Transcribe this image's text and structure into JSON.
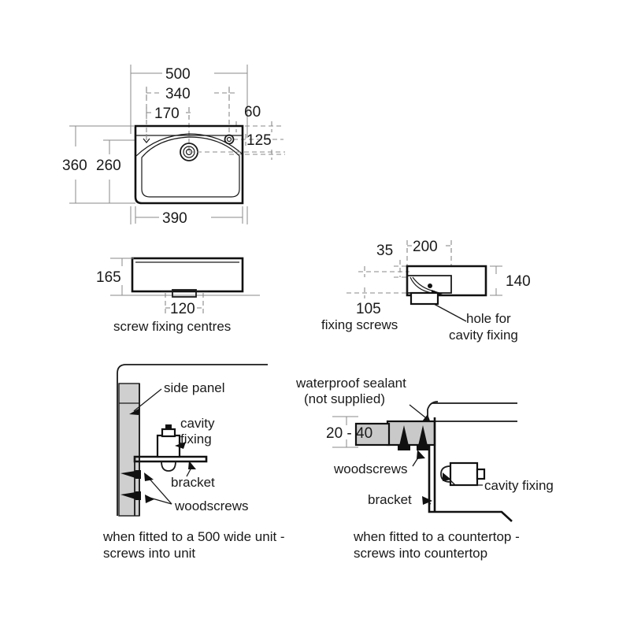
{
  "drawing": {
    "title": "washbasin-installation-drawing",
    "units": "mm",
    "colors": {
      "line": "#1a1a1a",
      "construction": "#8a8a8a",
      "panel_fill": "#c9c9c9",
      "background": "#ffffff"
    }
  },
  "plan_view": {
    "name": "basin-plan-view",
    "dimensions": {
      "overall_width": "500",
      "tap_hole_span": "340",
      "tap_hole_offset": "170",
      "right_edge_offset": "60",
      "right_hole_depth": "125",
      "overall_depth": "360",
      "inner_depth": "260",
      "bowl_width": "390"
    }
  },
  "front_view": {
    "name": "basin-front-view",
    "height": "165",
    "screw_centres": "120",
    "caption": "screw fixing centres"
  },
  "side_view": {
    "name": "basin-side-view",
    "projection": "35",
    "depth": "200",
    "height": "140",
    "screw_height": "105",
    "caption": "fixing screws",
    "callout_hole": "hole for",
    "callout_hole_line2": "cavity fixing"
  },
  "unit_detail": {
    "name": "fitted-to-unit-detail",
    "labels": {
      "side_panel": "side panel",
      "cavity_fixing_line1": "cavity",
      "cavity_fixing_line2": "fixing",
      "bracket": "bracket",
      "woodscrews": "woodscrews"
    },
    "caption_line1": "when fitted to a 500 wide unit -",
    "caption_line2": "screws into unit"
  },
  "countertop_detail": {
    "name": "fitted-to-countertop-detail",
    "labels": {
      "sealant_line1": "waterproof sealant",
      "sealant_line2": "(not supplied)",
      "thickness": "20 - 40",
      "woodscrews": "woodscrews",
      "bracket": "bracket",
      "cavity_fixing": "cavity fixing"
    },
    "caption_line1": "when fitted to a countertop -",
    "caption_line2": "screws into countertop"
  }
}
